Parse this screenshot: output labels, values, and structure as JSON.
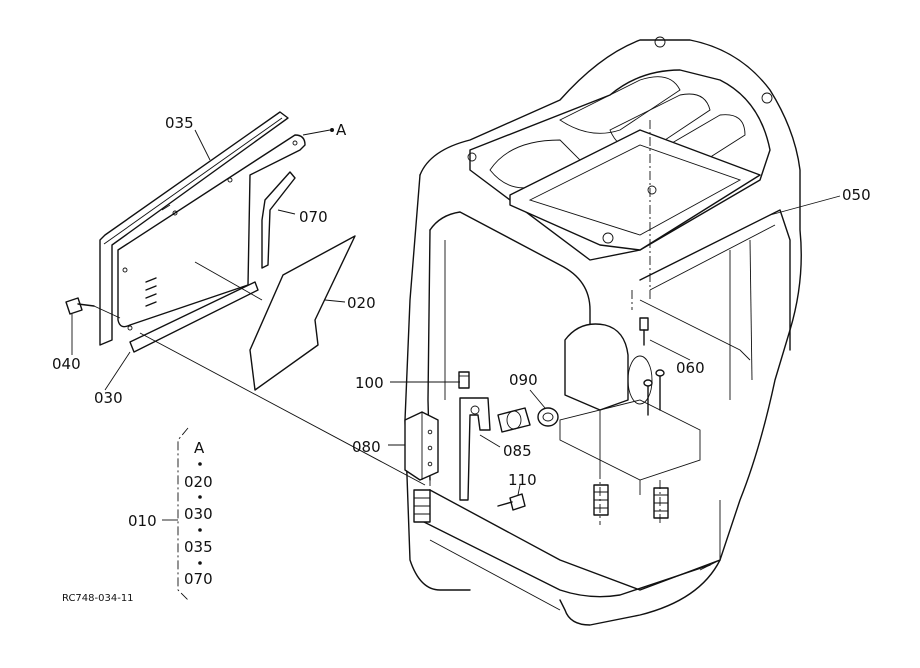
{
  "callouts": {
    "p035": "035",
    "pA": "A",
    "p070": "070",
    "p020": "020",
    "p040": "040",
    "p030": "030",
    "p050": "050",
    "p060": "060",
    "p100": "100",
    "p090": "090",
    "p080": "080",
    "p085": "085",
    "p110": "110"
  },
  "assembly": {
    "label": "010",
    "items": [
      "A",
      "020",
      "030",
      "035",
      "070"
    ]
  },
  "drawing_code": "RC748-034-11"
}
